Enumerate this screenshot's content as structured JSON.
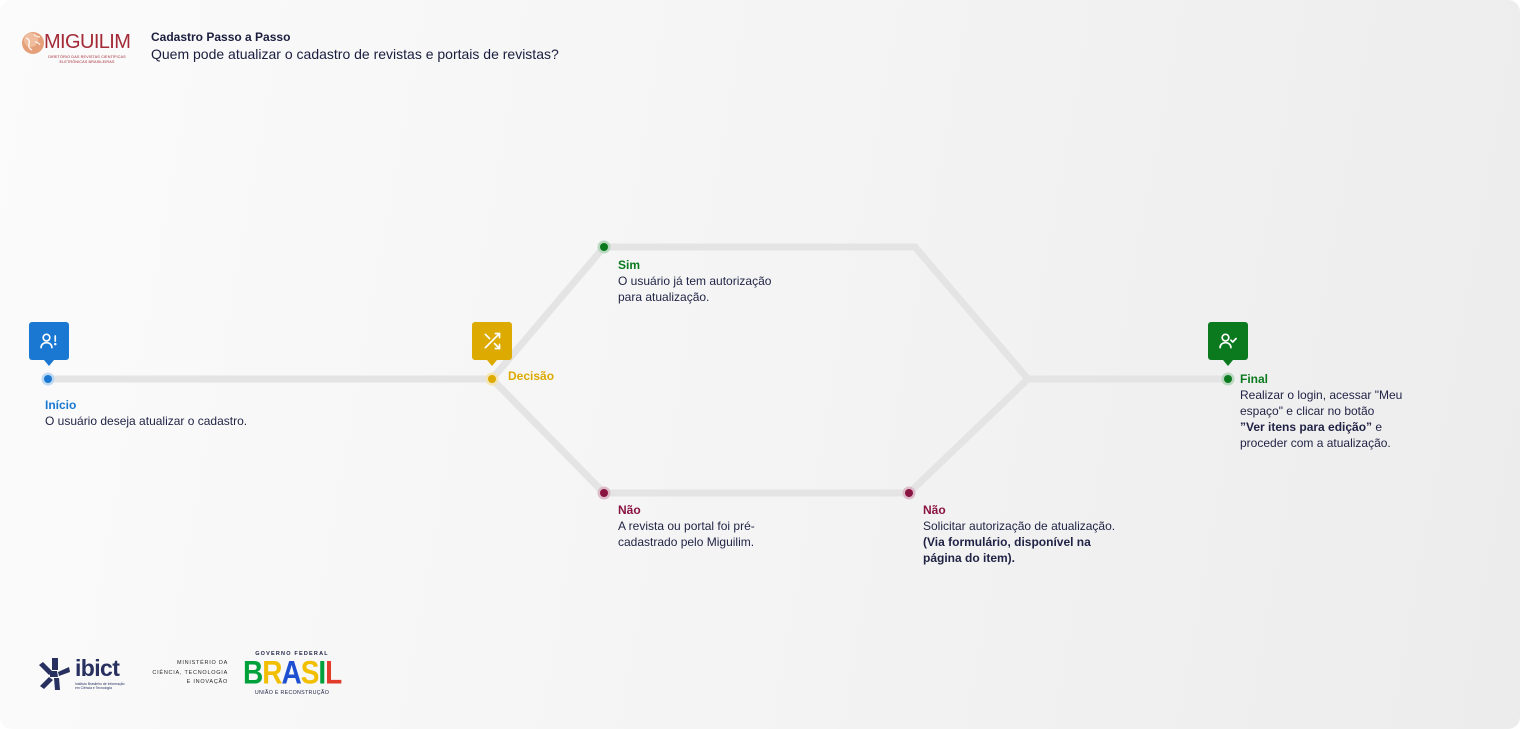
{
  "header": {
    "logo": {
      "name": "MIGUILIM",
      "tagline_line1": "DIRETÓRIO DAS REVISTAS CIENTÍFICAS",
      "tagline_line2": "ELETRÔNICAS BRASILEIRAS",
      "color": "#a32a36",
      "icon": "globe-icon"
    },
    "title": "Cadastro Passo a Passo",
    "subtitle": "Quem pode atualizar o cadastro de revistas e portais de revistas?"
  },
  "flow": {
    "line_color": "#e4e4e4",
    "start": {
      "label": "Início",
      "text": "O usuário deseja atualizar o cadastro.",
      "color": "#1a78d2",
      "icon": "user-alert-icon"
    },
    "decision": {
      "label": "Decisão",
      "color": "#dcaa00",
      "icon": "shuffle-icon"
    },
    "yes": {
      "label": "Sim",
      "lines": [
        "O usuário já tem autorização",
        "para atualização."
      ],
      "color": "#0b7a1f"
    },
    "no_pre": {
      "label": "Não",
      "lines": [
        "A revista ou portal foi pré-",
        "cadastrado pelo Miguilim."
      ],
      "color": "#8a1441"
    },
    "no_request": {
      "label": "Não",
      "line1": "Solicitar autorização de atualização.",
      "line2_bold": "(Via formulário, disponível na",
      "line3_bold": "página do item).",
      "color": "#8a1441"
    },
    "final": {
      "label": "Final",
      "line1": "Realizar o login, acessar \"Meu",
      "line2": "espaço\" e clicar no botão",
      "line3_bold": "”Ver itens para edição”",
      "line3_rest": " e",
      "line4": "proceder com a atualização.",
      "color": "#0b7a1f",
      "icon": "user-check-icon"
    }
  },
  "footer": {
    "ibict": {
      "name": "ibict",
      "tagline_line1": "Instituto Brasileiro de Informação",
      "tagline_line2": "em Ciência e Tecnologia",
      "color": "#27305e"
    },
    "ministry": {
      "line1": "MINISTÉRIO DA",
      "line2": "CIÊNCIA, TECNOLOGIA",
      "line3": "E INOVAÇÃO"
    },
    "government": {
      "top": "GOVERNO FEDERAL",
      "wordmark": "BRASIL",
      "wordmark_colors": [
        "#00a03b",
        "#f2bf00",
        "#1e4fd0",
        "#f2bf00",
        "#00a03b",
        "#e23a2b"
      ],
      "bottom": "UNIÃO E RECONSTRUÇÃO"
    }
  }
}
